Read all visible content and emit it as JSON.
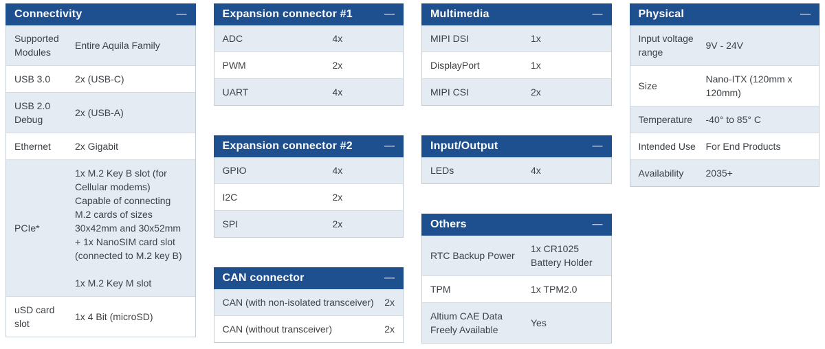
{
  "ui": {
    "collapse_glyph": "—",
    "collapse_icon_meaning": "collapse-section"
  },
  "theme": {
    "header_bg": "#1e4f8e",
    "header_text": "#ffffff",
    "row_alt_bg": "#e4ebf3",
    "row_bg": "#ffffff",
    "border": "#c2cdd8",
    "text": "#3c4247",
    "collapse_icon_color": "#b9c7e2"
  },
  "tables": [
    {
      "title": "Connectivity",
      "rows": [
        {
          "label": "Supported Modules",
          "value": "Entire Aquila Family"
        },
        {
          "label": "USB 3.0",
          "value": "2x (USB-C)"
        },
        {
          "label": "USB 2.0 Debug",
          "value": "2x (USB-A)"
        },
        {
          "label": "Ethernet",
          "value": "2x Gigabit"
        },
        {
          "label": "PCIe*",
          "value": "1x M.2 Key B slot (for Cellular modems)\nCapable of connecting M.2 cards of sizes 30x42mm and 30x52mm\n+ 1x NanoSIM card slot (connected to M.2 key B)\n\n1x M.2 Key M slot"
        },
        {
          "label": "uSD card slot",
          "value": "1x 4 Bit (microSD)"
        }
      ]
    },
    {
      "title": "Expansion connector #1",
      "rows": [
        {
          "label": "ADC",
          "value": "4x"
        },
        {
          "label": "PWM",
          "value": "2x"
        },
        {
          "label": "UART",
          "value": "4x"
        }
      ]
    },
    {
      "title": "Expansion connector #2",
      "rows": [
        {
          "label": "GPIO",
          "value": "4x"
        },
        {
          "label": "I2C",
          "value": "2x"
        },
        {
          "label": "SPI",
          "value": "2x"
        }
      ]
    },
    {
      "title": "CAN connector",
      "rows": [
        {
          "label": "CAN (with non-isolated transceiver)",
          "value": "2x"
        },
        {
          "label": "CAN (without transceiver)",
          "value": "2x"
        }
      ]
    },
    {
      "title": "Multimedia",
      "rows": [
        {
          "label": "MIPI DSI",
          "value": "1x"
        },
        {
          "label": "DisplayPort",
          "value": "1x"
        },
        {
          "label": "MIPI CSI",
          "value": "2x"
        }
      ]
    },
    {
      "title": "Input/Output",
      "rows": [
        {
          "label": "LEDs",
          "value": "4x"
        }
      ]
    },
    {
      "title": "Others",
      "rows": [
        {
          "label": "RTC Backup Power",
          "value": "1x CR1025 Battery Holder"
        },
        {
          "label": "TPM",
          "value": "1x TPM2.0"
        },
        {
          "label": "Altium CAE Data Freely Available",
          "value": "Yes"
        }
      ]
    },
    {
      "title": "Physical",
      "rows": [
        {
          "label": "Input voltage range",
          "value": "9V - 24V"
        },
        {
          "label": "Size",
          "value": "Nano-ITX (120mm x 120mm)"
        },
        {
          "label": "Temperature",
          "value": "-40° to 85° C"
        },
        {
          "label": "Intended Use",
          "value": "For End Products"
        },
        {
          "label": "Availability",
          "value": "2035+"
        }
      ]
    }
  ]
}
